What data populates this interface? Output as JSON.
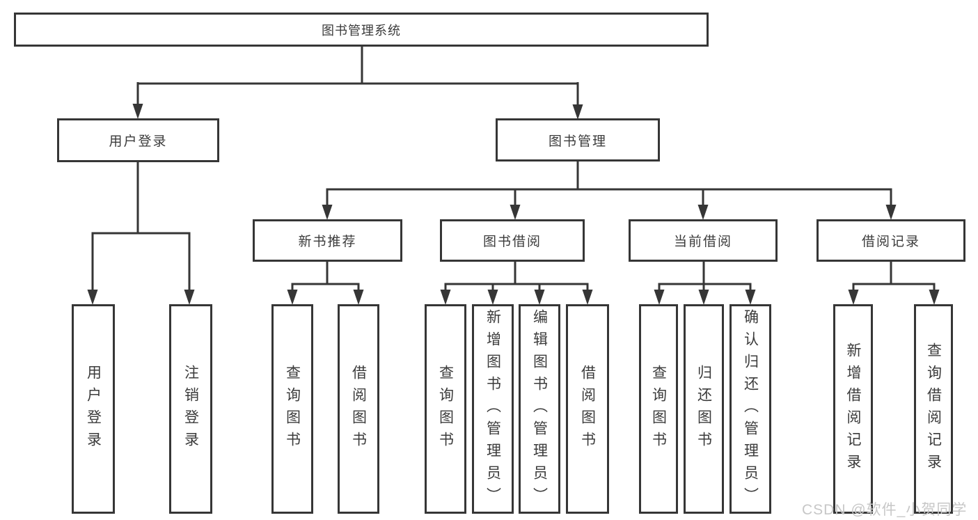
{
  "diagram": {
    "root": "图书管理系统",
    "user_login": {
      "label": "用户登录",
      "leaves": [
        "用户登录",
        "注销登录"
      ]
    },
    "book_mgmt": {
      "label": "图书管理"
    },
    "new_books": {
      "label": "新书推荐",
      "leaves": [
        "查询图书",
        "借阅图书"
      ]
    },
    "book_borrow": {
      "label": "图书借阅",
      "leaves": [
        "查询图书",
        "新增图书（管理员）",
        "编辑图书（管理员）",
        "借阅图书"
      ]
    },
    "current_borrow": {
      "label": "当前借阅",
      "leaves": [
        "查询图书",
        "归还图书",
        "确认归还（管理员）"
      ]
    },
    "borrow_records": {
      "label": "借阅记录",
      "leaves": [
        "新增借阅记录",
        "查询借阅记录"
      ]
    }
  },
  "watermark": "CSDN @软件_小贺同学",
  "colors": {
    "line": "#363636",
    "text": "#3b3b3b",
    "watermark": "#c7c7c7",
    "background": "#ffffff"
  }
}
